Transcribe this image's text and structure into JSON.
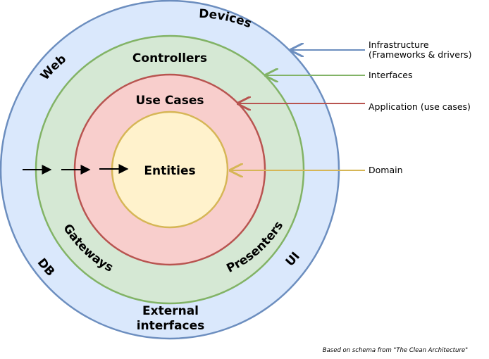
{
  "rings": {
    "devices": "Devices",
    "web": "Web",
    "db": "DB",
    "ui": "UI",
    "controllers": "Controllers",
    "gateways": "Gateways",
    "presenters": "Presenters",
    "external_line1": "External",
    "external_line2": "interfaces",
    "use_cases": "Use Cases",
    "entities": "Entities"
  },
  "legend": {
    "infrastructure_line1": "Infrastructure",
    "infrastructure_line2": "(Frameworks & drivers)",
    "interfaces": "Interfaces",
    "application": "Application (use cases)",
    "domain": "Domain"
  },
  "credit": "Based on schema from \"The Clean Architecture\"",
  "colors": {
    "outer_fill": "#dae8fc",
    "outer_stroke": "#6c8ebf",
    "green_fill": "#d5e8d4",
    "green_stroke": "#82b366",
    "red_fill": "#f8cecc",
    "red_stroke": "#b85450",
    "yellow_fill": "#fff2cc",
    "yellow_stroke": "#d6b656"
  }
}
